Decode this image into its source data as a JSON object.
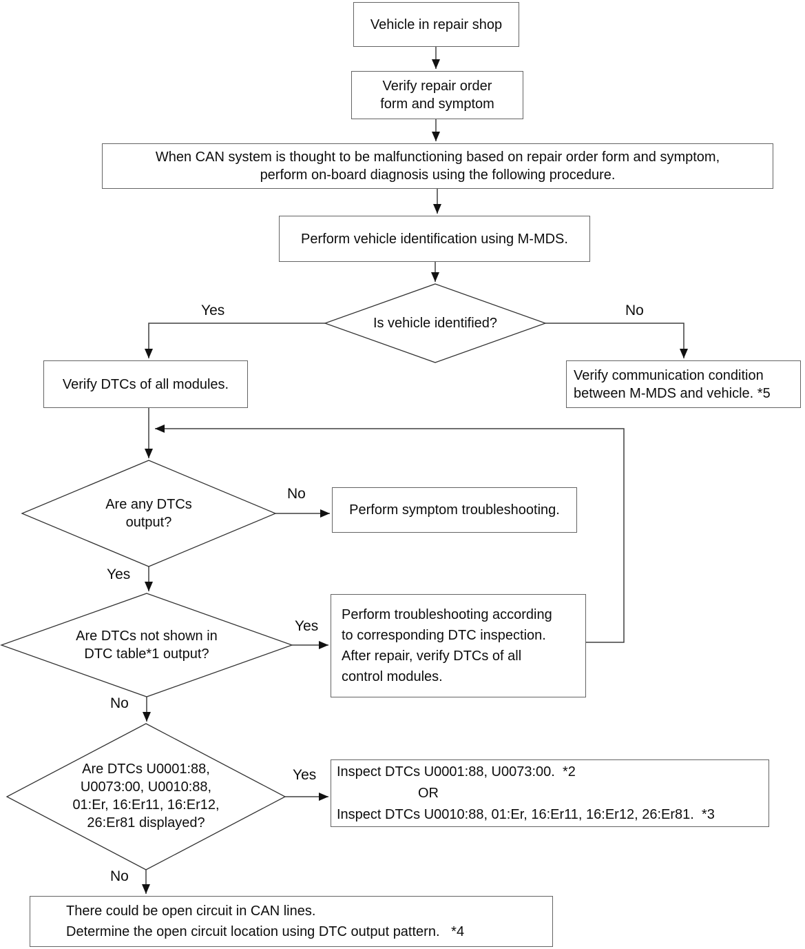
{
  "nodes": {
    "vehicle_in_repair_shop": "Vehicle in repair shop",
    "verify_repair_order": "Verify repair order\nform and symptom",
    "when_can_malfunctioning": "When CAN system is thought to be malfunctioning based on repair order form and symptom,\nperform on-board diagnosis using the following procedure.",
    "perform_vehicle_identification": "Perform vehicle identification using M-MDS.",
    "is_vehicle_identified": "Is vehicle identified?",
    "verify_dtcs_all_modules": "Verify DTCs of all modules.",
    "verify_communication_condition": "Verify communication condition\nbetween M-MDS and vehicle. *5",
    "are_any_dtcs_output": "Are any DTCs\noutput?",
    "perform_symptom_troubleshooting": "Perform symptom troubleshooting.",
    "are_dtcs_not_shown": "Are DTCs not shown in\nDTC table*1 output?",
    "perform_dtc_troubleshooting": "Perform troubleshooting according\nto corresponding DTC inspection.\nAfter repair, verify DTCs of all\ncontrol modules.",
    "are_dtcs_displayed": "Are DTCs U0001:88,\nU0073:00, U0010:88,\n01:Er, 16:Er11, 16:Er12,\n26:Er81 displayed?",
    "inspect_dtcs": {
      "line1": "Inspect DTCs U0001:88, U0073:00.  *2",
      "or": "OR",
      "line2": "Inspect DTCs U0010:88, 01:Er, 16:Er11, 16:Er12, 26:Er81.  *3"
    },
    "open_circuit": "There could be open circuit in CAN lines.\nDetermine the open circuit location using DTC output pattern.   *4"
  },
  "edge_labels": {
    "identified_yes": "Yes",
    "identified_no": "No",
    "dtcs_output_no": "No",
    "dtcs_output_yes": "Yes",
    "not_shown_yes": "Yes",
    "not_shown_no": "No",
    "displayed_yes": "Yes",
    "displayed_no": "No"
  },
  "colors": {
    "background": "#ffffff",
    "line": "#3f3f3f",
    "box_border": "#636363",
    "text": "#0d0d0d"
  }
}
